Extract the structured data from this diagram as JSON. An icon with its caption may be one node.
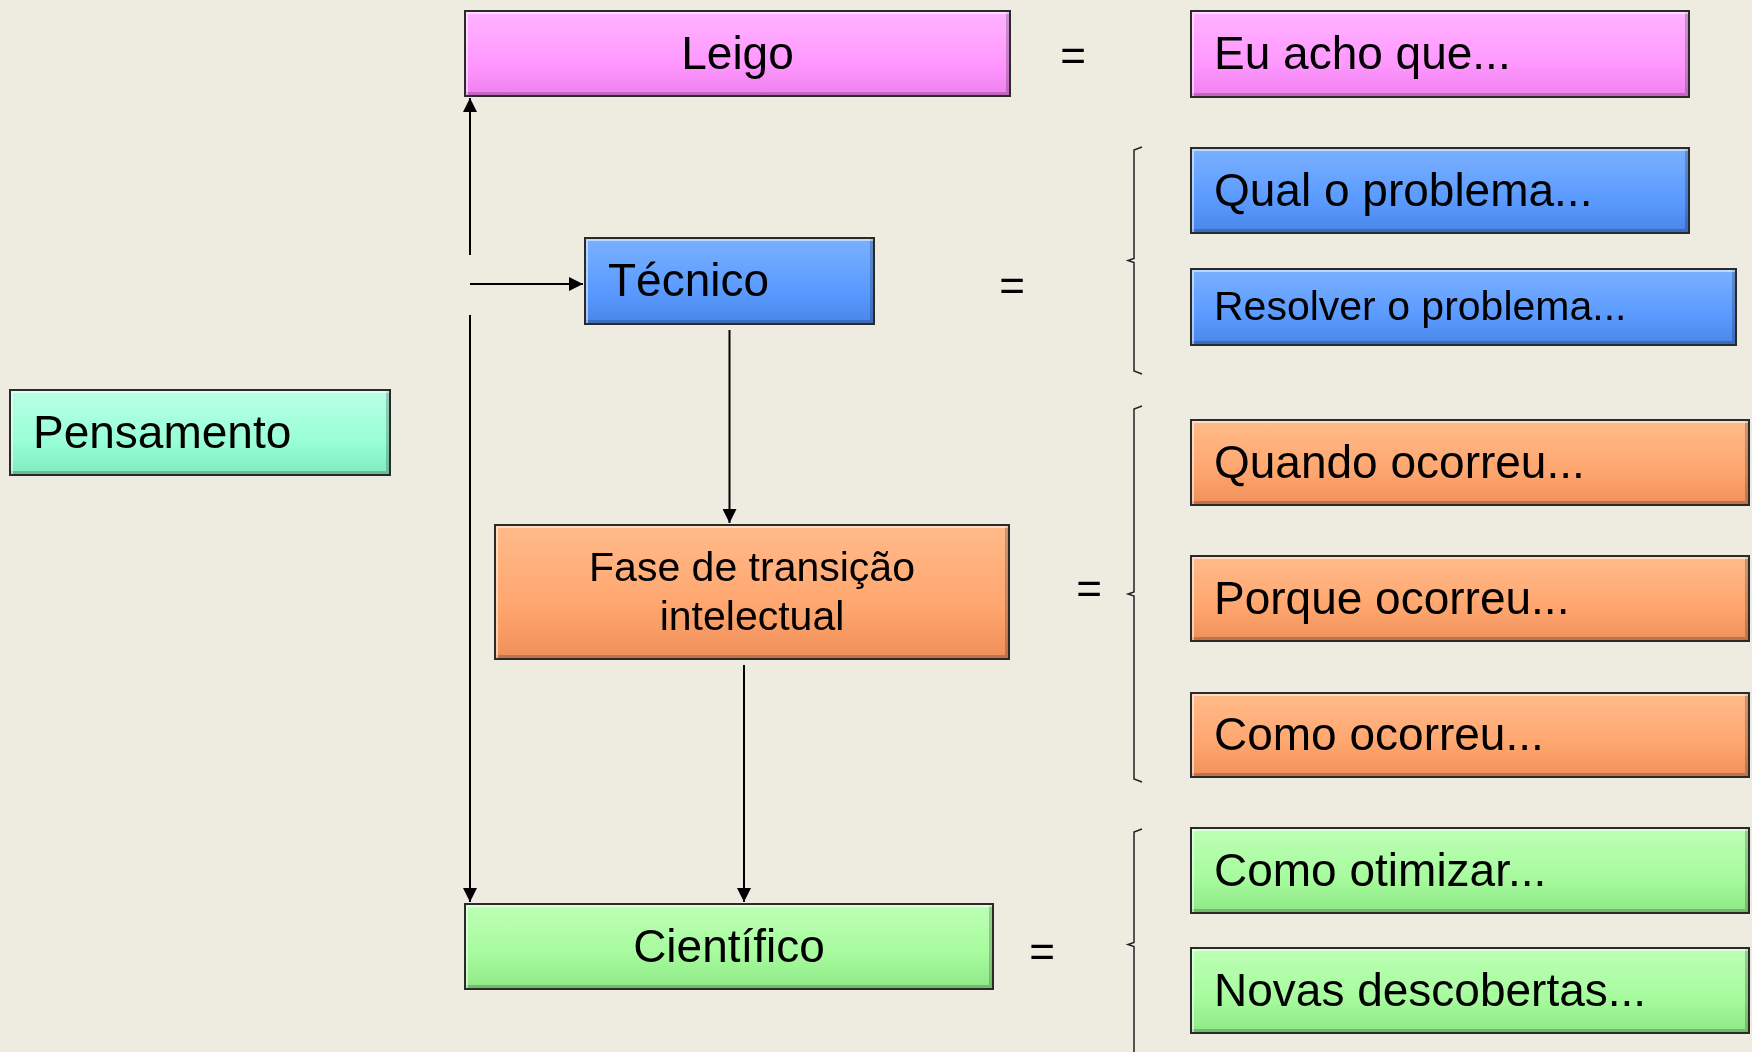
{
  "diagram": {
    "nodes": [
      {
        "text": [
          "Leigo"
        ]
      },
      {
        "text": [
          "Eu acho que..."
        ]
      },
      {
        "text": [
          "Técnico"
        ]
      },
      {
        "text": [
          "Qual o problema..."
        ]
      },
      {
        "text": [
          "Resolver o problema..."
        ]
      },
      {
        "text": [
          "Pensamento"
        ]
      },
      {
        "text": [
          "Quando ocorreu..."
        ]
      },
      {
        "text": [
          "Fase de transição intelectual"
        ]
      },
      {
        "text": [
          "Porque ocorreu..."
        ]
      },
      {
        "text": [
          "Como ocorreu..."
        ]
      },
      {
        "text": [
          "Como otimizar..."
        ]
      },
      {
        "text": [
          "Científico"
        ]
      },
      {
        "text": [
          "Novas descobertas..."
        ]
      }
    ],
    "edges": [
      {
        "from": null,
        "to": 0,
        "arrow": "to"
      },
      {
        "from": null,
        "to": 2,
        "arrow": "to"
      },
      {
        "from": null,
        "to": 11,
        "arrow": "to"
      },
      {
        "from": 2,
        "to": 7,
        "arrow": "to"
      },
      {
        "from": 7,
        "to": 11,
        "arrow": "to"
      }
    ],
    "labels": [
      "=",
      "=",
      "=",
      "="
    ]
  }
}
